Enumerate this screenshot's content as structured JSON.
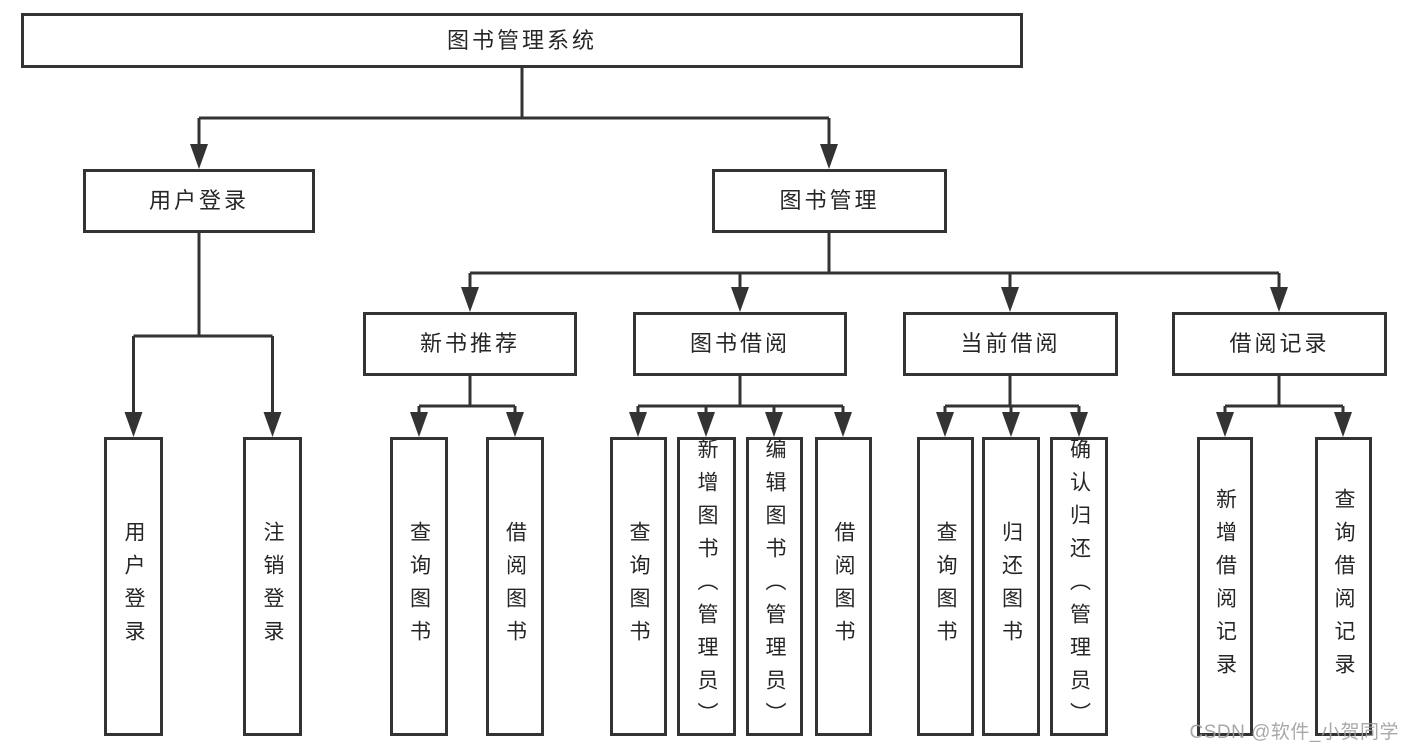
{
  "colors": {
    "background": "#ffffff",
    "box_border": "#333333",
    "connector_line": "#333333",
    "text": "#262626",
    "watermark": "#9f9f9f"
  },
  "diagram": {
    "type": "hierarchy-tree",
    "root": "图书管理系统",
    "level2": [
      "用户登录",
      "图书管理"
    ],
    "level3": [
      "新书推荐",
      "图书借阅",
      "当前借阅",
      "借阅记录"
    ],
    "leaves": {
      "user_login": [
        "用户登录",
        "注销登录"
      ],
      "new_book_recommend": [
        "查询图书",
        "借阅图书"
      ],
      "book_borrow": [
        "查询图书",
        "新增图书（管理员）",
        "编辑图书（管理员）",
        "借阅图书"
      ],
      "current_borrow": [
        "查询图书",
        "归还图书",
        "确认归还（管理员）"
      ],
      "borrow_records": [
        "新增借阅记录",
        "查询借阅记录"
      ]
    }
  },
  "watermark": "CSDN @软件_小贺同学"
}
